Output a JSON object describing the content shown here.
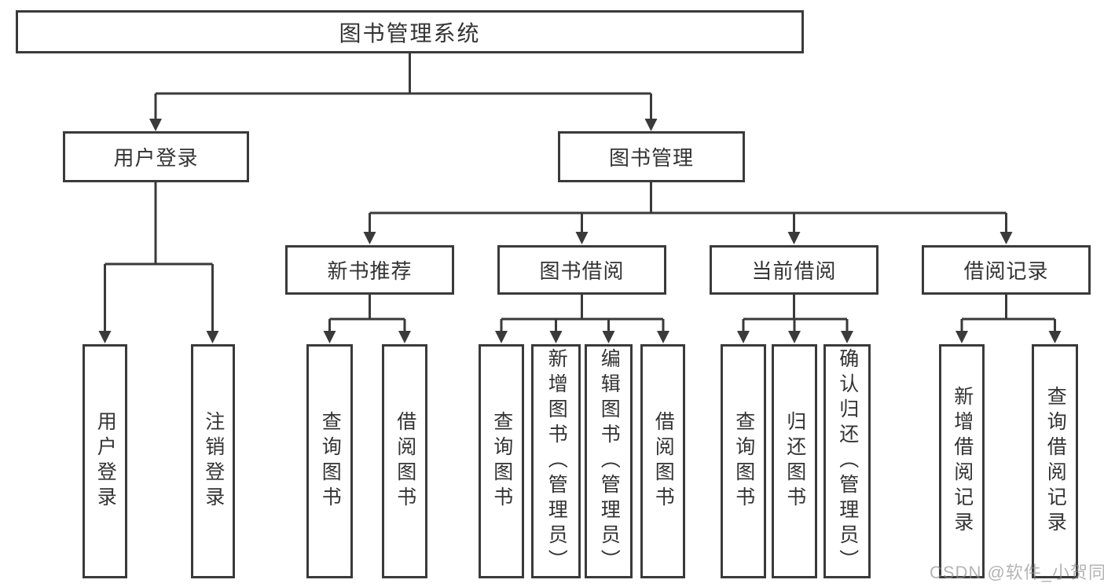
{
  "colors": {
    "line": "#3a3a3a",
    "box_border": "#3a3a3a",
    "text": "#333333",
    "watermark_text": "#b4b4b4",
    "background": "#ffffff"
  },
  "tree": {
    "label": "图书管理系统",
    "children": [
      {
        "label": "用户登录",
        "children": [
          {
            "label": "用户登录"
          },
          {
            "label": "注销登录"
          }
        ]
      },
      {
        "label": "图书管理",
        "children": [
          {
            "label": "新书推荐",
            "children": [
              {
                "label": "查询图书"
              },
              {
                "label": "借阅图书"
              }
            ]
          },
          {
            "label": "图书借阅",
            "children": [
              {
                "label": "查询图书"
              },
              {
                "label": "新增图书（管理员）"
              },
              {
                "label": "编辑图书（管理员）"
              },
              {
                "label": "借阅图书"
              }
            ]
          },
          {
            "label": "当前借阅",
            "children": [
              {
                "label": "查询图书"
              },
              {
                "label": "归还图书"
              },
              {
                "label": "确认归还（管理员）"
              }
            ]
          },
          {
            "label": "借阅记录",
            "children": [
              {
                "label": "新增借阅记录"
              },
              {
                "label": "查询借阅记录"
              }
            ]
          }
        ]
      }
    ]
  },
  "watermark": {
    "text": "CSDN @软件_小贺同学"
  }
}
